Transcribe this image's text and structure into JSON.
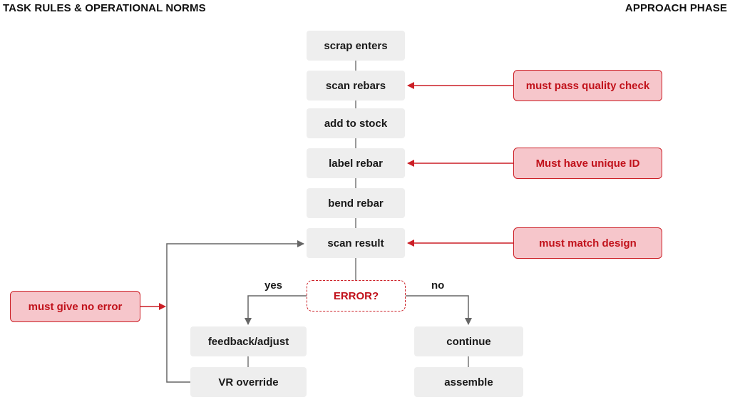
{
  "header": {
    "left_title": "TASK RULES & OPERATIONAL NORMS",
    "right_title": "APPROACH PHASE"
  },
  "steps": {
    "scrap_enters": "scrap enters",
    "scan_rebars": "scan rebars",
    "add_to_stock": "add to stock",
    "label_rebar": "label rebar",
    "bend_rebar": "bend rebar",
    "scan_result": "scan result",
    "feedback_adjust": "feedback/adjust",
    "vr_override": "VR override",
    "continue": "continue",
    "assemble": "assemble"
  },
  "decision": {
    "label": "ERROR?",
    "yes_label": "yes",
    "no_label": "no"
  },
  "rules": {
    "quality_check": "must pass quality check",
    "unique_id": "Must have unique ID",
    "match_design": "must match design",
    "no_error": "must give no error"
  },
  "colors": {
    "rule_fill": "#f6c6cb",
    "rule_border": "#cc1f26",
    "rule_text": "#c1121b",
    "step_fill": "#eeeeee",
    "connector": "#666666"
  }
}
